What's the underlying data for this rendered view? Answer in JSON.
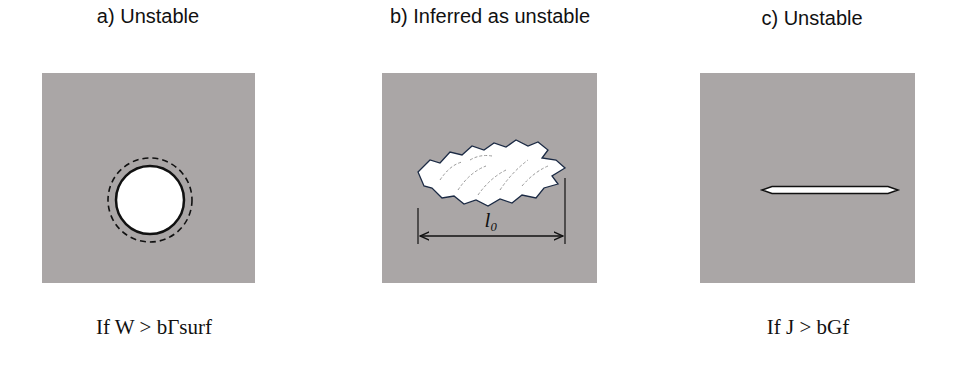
{
  "diagram": {
    "labels": [
      "a) Unstable",
      "b) Inferred as unstable",
      "c) Unstable",
      "l₀",
      "If W > bΓsurf",
      "If J > bGf"
    ]
  }
}
